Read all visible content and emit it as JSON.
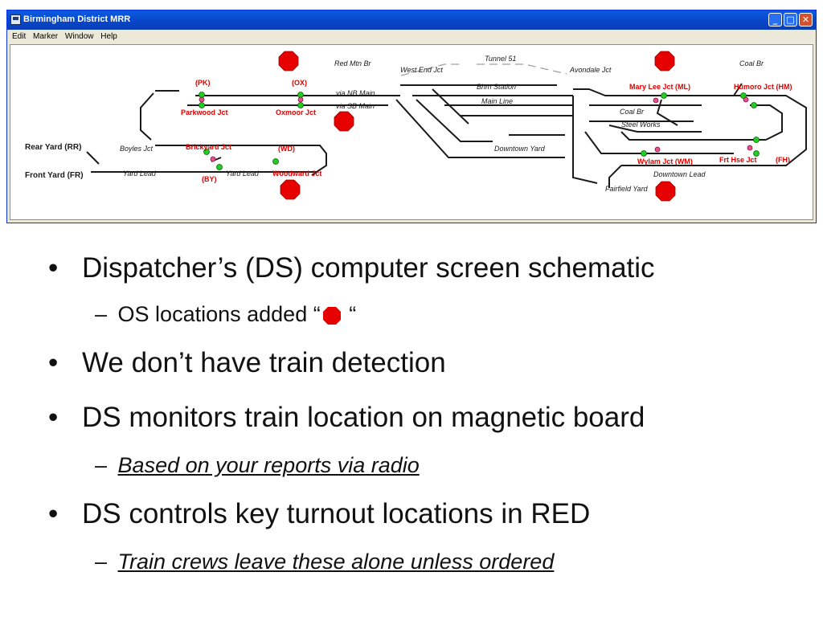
{
  "window": {
    "title": "Birmingham District MRR",
    "menu": [
      "Edit",
      "Marker",
      "Window",
      "Help"
    ],
    "controls": [
      "minimize",
      "maximize",
      "close"
    ]
  },
  "schematic": {
    "black_labels": {
      "red_mtn_br": "Red Mtn Br",
      "west_end_jct": "West End Jct",
      "tunnel_51": "Tunnel 51",
      "avondale_jct": "Avondale Jct",
      "coal_br_top": "Coal Br",
      "via_nb_main": "via NB Main",
      "via_sb_main": "via SB Main",
      "bhm_station": "Bhm Station",
      "main_line": "Main Line",
      "coal_br_mid": "Coal Br",
      "steel_works": "Steel Works",
      "rear_yard": "Rear Yard  (RR)",
      "front_yard": "Front Yard (FR)",
      "boyles_jct": "Boyles    Jct",
      "yard_lead_left": "Yard Lead",
      "yard_lead_mid": "Yard Lead",
      "downtown_yard": "Downtown Yard",
      "downtown_lead": "Downtown Lead",
      "fairfield_yard": "Fairfield Yard"
    },
    "red_labels": {
      "pk": "(PK)",
      "ox": "(OX)",
      "parkwood_jct": "Parkwood Jct",
      "oxmoor_jct": "Oxmoor Jct",
      "brickyard_jct": "Brickyard Jct",
      "wd": "(WD)",
      "by": "(BY)",
      "woodward_jct": "Woodward Jct",
      "mary_lee_jct": "Mary Lee Jct (ML)",
      "humoro_jct": "Humoro Jct (HM)",
      "wylam_jct": "Wylam Jct (WM)",
      "frt_hse_jct": "Frt Hse Jct",
      "fh": "(FH)"
    },
    "colors": {
      "os_marker": "#e60000",
      "signal_green": "#22cc22",
      "label_red": "#e00000"
    }
  },
  "bullets": {
    "b1": "Dispatcher’s (DS) computer screen schematic",
    "b1_sub_pre": "OS locations added “",
    "b1_sub_post": " “",
    "b2": "We don’t have train detection",
    "b3": "DS monitors train location on magnetic board",
    "b3_sub": "Based on your reports via radio",
    "b4": "DS controls key turnout locations in RED",
    "b4_sub": "Train crews leave these alone unless ordered",
    "dash": "–",
    "dot": "•"
  }
}
